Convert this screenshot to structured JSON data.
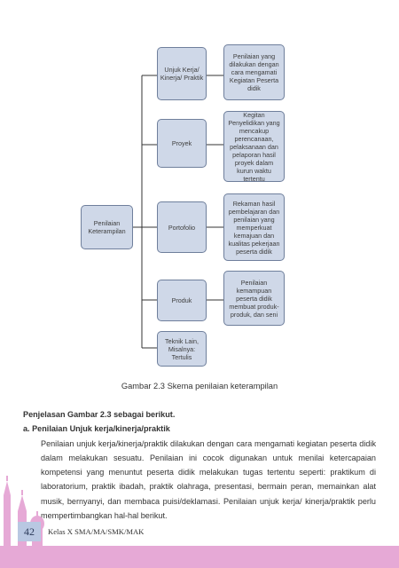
{
  "diagram": {
    "root": "Penilaian Keterampilan",
    "items": [
      {
        "name": "Unjuk Kerja/ Kinerja/ Praktik",
        "desc": "Penilaian yang dilakukan dengan cara mengamati Kegiatan Peserta didik"
      },
      {
        "name": "Proyek",
        "desc": "Kegitan Penyelidikan yang mencakup perencanaan, pelaksanaan dan pelaporan hasil proyek dalam kurun waktu tertentu"
      },
      {
        "name": "Portofolio",
        "desc": "Rekaman hasil pembelajaran dan penilaian yang memperkuat kemajuan dan kualitas pekerjaan peserta didik"
      },
      {
        "name": "Produk",
        "desc": "Penilaian kemampuan peserta didik membuat produk-produk, dan seni"
      },
      {
        "name": "Teknik Lain, Misalnya: Tertulis",
        "desc": ""
      }
    ]
  },
  "caption": "Gambar 2.3 Skema penilaian keterampilan",
  "section": {
    "heading": "Penjelasan Gambar 2.3 sebagai berikut.",
    "subheading": "a.   Penilaian Unjuk kerja/kinerja/praktik",
    "paragraph": "Penilaian unjuk kerja/kinerja/praktik dilakukan dengan cara mengamati kegiatan peserta didik dalam melakukan sesuatu. Penilaian ini cocok digunakan untuk menilai ketercapaian kompetensi yang menuntut peserta didik melakukan tugas tertentu seperti: praktikum di laboratorium, praktik ibadah, praktik olahraga, presentasi, bermain peran, memainkan alat musik, bernyanyi, dan membaca puisi/deklamasi. Penilaian unjuk kerja/ kinerja/praktik perlu mempertimbangkan hal-hal berikut."
  },
  "footer": {
    "page_number": "42",
    "book_title": "Kelas X SMA/MA/SMK/MAK"
  },
  "colors": {
    "box_fill": "#cfd8e8",
    "box_border": "#6f7f9c",
    "accent_pink": "#e6a9d6",
    "page_badge": "#b9c8e2"
  }
}
